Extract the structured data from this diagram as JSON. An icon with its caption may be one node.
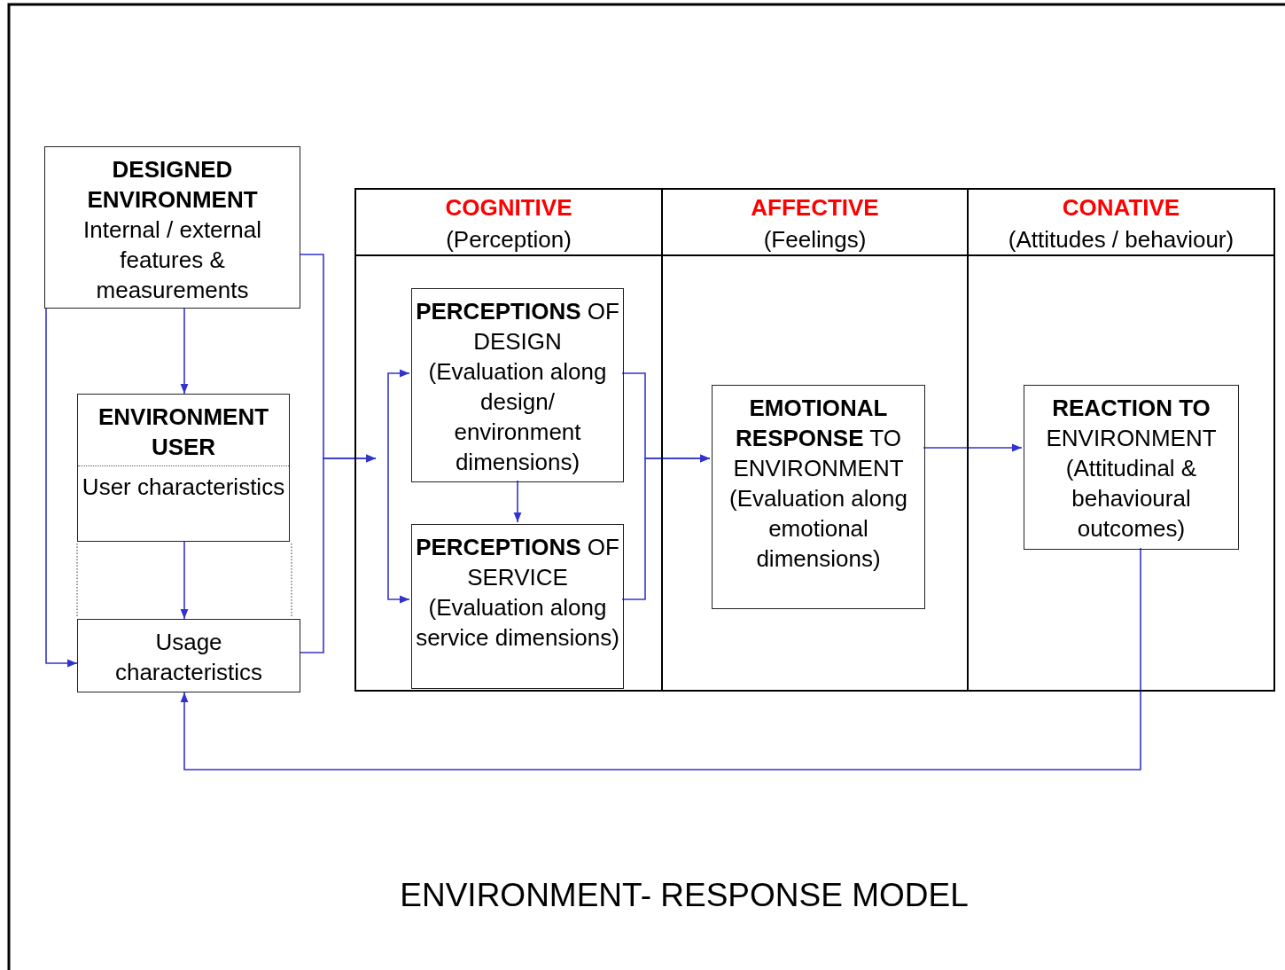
{
  "diagram": {
    "caption": "ENVIRONMENT- RESPONSE MODEL",
    "nodes": [
      {
        "text": [
          "DESIGNED ENVIRONMENT",
          "Internal / external features & measurements"
        ]
      },
      {
        "text": [
          "ENVIRONMENT USER",
          "User characteristics"
        ]
      },
      {
        "text": [
          "Usage characteristics"
        ]
      },
      {
        "text": [
          "COGNITIVE",
          "(Perception)"
        ]
      },
      {
        "text": [
          "**PERCEPTIONS** OF DESIGN",
          "(Evaluation along design/ environment dimensions)"
        ],
        "in": 3
      },
      {
        "text": [
          "**PERCEPTIONS** OF SERVICE",
          "(Evaluation along service dimensions)"
        ],
        "in": 3
      },
      {
        "text": [
          "AFFECTIVE",
          "(Feelings)"
        ]
      },
      {
        "text": [
          "**EMOTIONAL RESPONSE** TO ENVIRONMENT",
          "(Evaluation along emotional dimensions)"
        ],
        "in": 6
      },
      {
        "text": [
          "CONATIVE",
          "(Attitudes / behaviour)"
        ]
      },
      {
        "text": [
          "**REACTION TO** ENVIRONMENT",
          "(Attitudinal & behavioural outcomes)"
        ],
        "in": 8
      }
    ],
    "edges": [
      {
        "from": 0,
        "to": 1,
        "arrow": "to"
      },
      {
        "from": 0,
        "to": 2,
        "arrow": "to"
      },
      {
        "from": 1,
        "to": 2,
        "arrow": "to"
      },
      {
        "from": 0,
        "to": 3,
        "arrow": "to"
      },
      {
        "from": 2,
        "to": 3,
        "arrow": "to"
      },
      {
        "from": null,
        "to": 4,
        "arrow": "to"
      },
      {
        "from": null,
        "to": 5,
        "arrow": "to"
      },
      {
        "from": 4,
        "to": 5,
        "arrow": "to"
      },
      {
        "from": 4,
        "to": 7,
        "arrow": "to"
      },
      {
        "from": 5,
        "to": 7,
        "arrow": "to"
      },
      {
        "from": 7,
        "to": 9,
        "arrow": "to"
      },
      {
        "from": 9,
        "to": 2,
        "arrow": "to"
      }
    ]
  }
}
